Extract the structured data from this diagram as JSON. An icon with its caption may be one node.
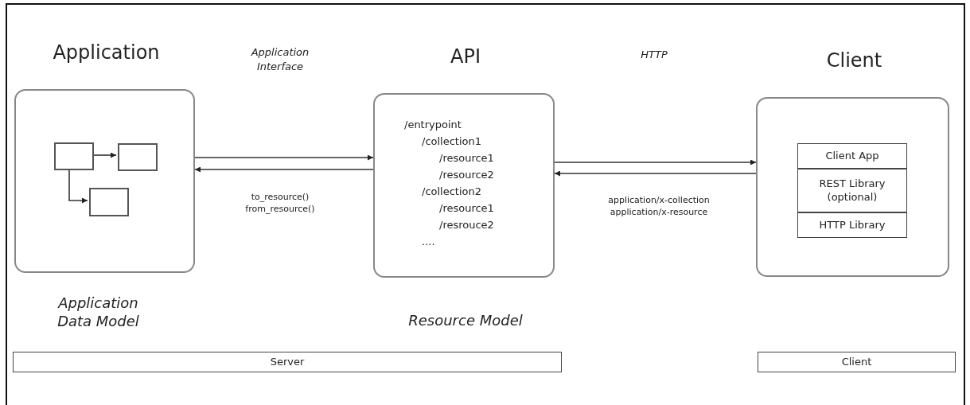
{
  "diagram": {
    "nodes": [
      {
        "text": [
          "Application"
        ],
        "beside": [
          "Application Data Model"
        ]
      },
      {
        "text": [],
        "shape": "box",
        "in": 0
      },
      {
        "text": [],
        "shape": "box",
        "in": 0
      },
      {
        "text": [],
        "shape": "box",
        "in": 0
      },
      {
        "text": [
          "API",
          "/entrypoint",
          "/collection1",
          "/resource1",
          "/resource2",
          "/collection2",
          "/resource1",
          "/resrouce2",
          "...."
        ],
        "beside": [
          "Resource Model"
        ]
      },
      {
        "text": [
          "Client"
        ]
      },
      {
        "text": [
          "Client App"
        ],
        "in": 5
      },
      {
        "text": [
          "REST Library (optional)"
        ],
        "in": 5
      },
      {
        "text": [
          "HTTP Library"
        ],
        "in": 5
      },
      {
        "text": [
          "Server"
        ]
      },
      {
        "text": [
          "Client"
        ]
      }
    ],
    "edges": [
      {
        "from": 1,
        "to": 2,
        "arrow": "to"
      },
      {
        "from": 1,
        "to": 3,
        "arrow": "to"
      },
      {
        "from": 0,
        "to": 4,
        "arrow": "to"
      },
      {
        "from": 4,
        "to": 0,
        "arrow": "to"
      },
      {
        "from": 4,
        "to": 5,
        "arrow": "to"
      },
      {
        "from": 5,
        "to": 4,
        "arrow": "to"
      }
    ],
    "labels": [
      "Application Interface",
      "HTTP",
      "to_resource() from_resource()",
      "application/x-collection application/x-resource"
    ]
  }
}
